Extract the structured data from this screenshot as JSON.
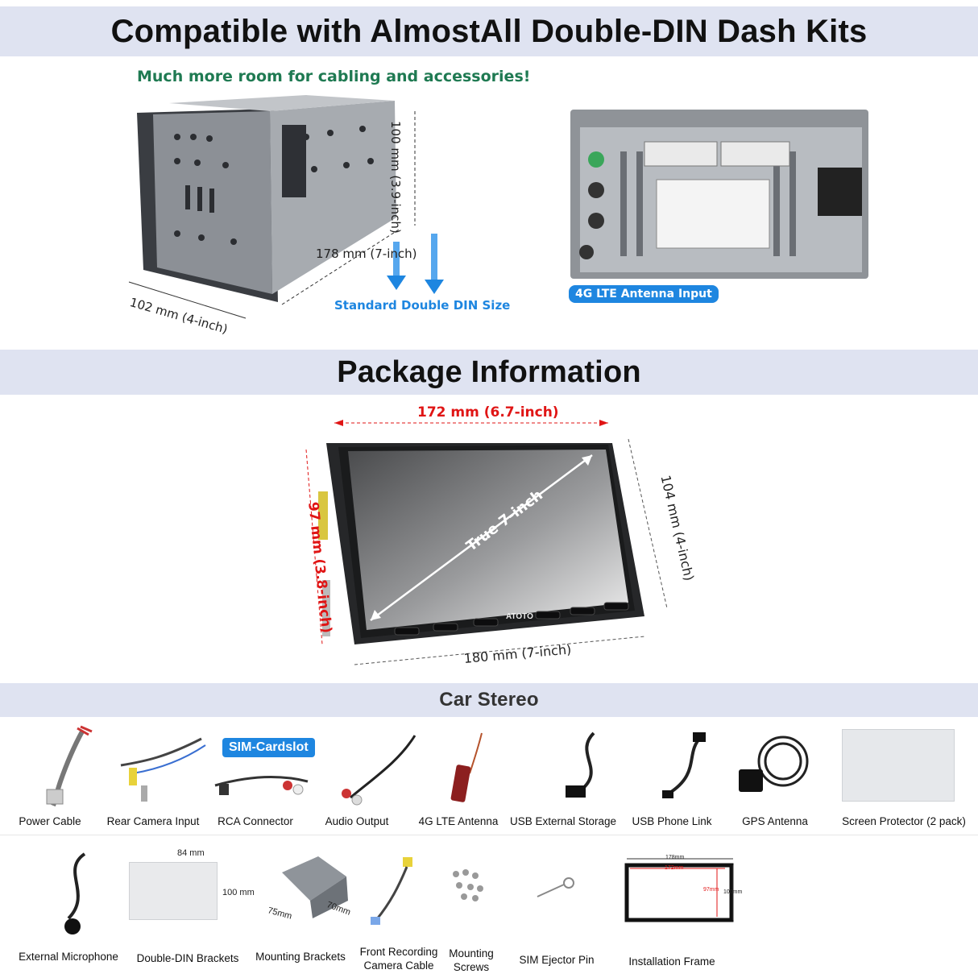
{
  "sections": {
    "top_title": "Compatible with AlmostAll Double-DIN Dash Kits",
    "package_title": "Package Information",
    "stereo_title": "Car Stereo"
  },
  "top": {
    "tagline": "Much more room for cabling and accessories!",
    "dim_height": "100 mm (3.9-inch)",
    "dim_width": "178 mm (7-inch)",
    "dim_depth": "102 mm (4-inch)",
    "standard_label": "Standard Double DIN Size",
    "antenna_label": "4G LTE Antenna Input"
  },
  "package": {
    "screen_width": "172 mm (6.7-inch)",
    "screen_height": "97 mm (3.8-inch)",
    "body_height": "104 mm (4-inch)",
    "body_width": "180 mm (7-inch)",
    "diagonal": "True 7-inch",
    "brand": "ATOTO"
  },
  "items_row1": [
    {
      "name": "Power Cable"
    },
    {
      "name": "Rear Camera Input"
    },
    {
      "name": "RCA Connector",
      "badge": "SIM-Cardslot"
    },
    {
      "name": "Audio Output"
    },
    {
      "name": "4G LTE Antenna"
    },
    {
      "name": "USB External Storage"
    },
    {
      "name": "USB Phone Link"
    },
    {
      "name": "GPS Antenna"
    },
    {
      "name": "Screen Protector (2 pack)"
    }
  ],
  "items_row2": [
    {
      "name": "External Microphone"
    },
    {
      "name": "Double-DIN Brackets",
      "dim_a": "84 mm",
      "dim_b": "100 mm"
    },
    {
      "name": "Mounting Brackets",
      "dim_a": "75mm",
      "dim_b": "70mm"
    },
    {
      "name": "Front Recording Camera Cable"
    },
    {
      "name": "Mounting Screws"
    },
    {
      "name": "SIM Ejector Pin"
    },
    {
      "name": "Installation Frame",
      "dim_a": "178mm",
      "dim_b": "172mm",
      "dim_c": "97mm",
      "dim_d": "100mm"
    }
  ],
  "colors": {
    "band": "#dfe3f1",
    "accent_blue": "#1e86e0",
    "accent_green": "#1f7a52",
    "dim_red": "#e01515"
  }
}
